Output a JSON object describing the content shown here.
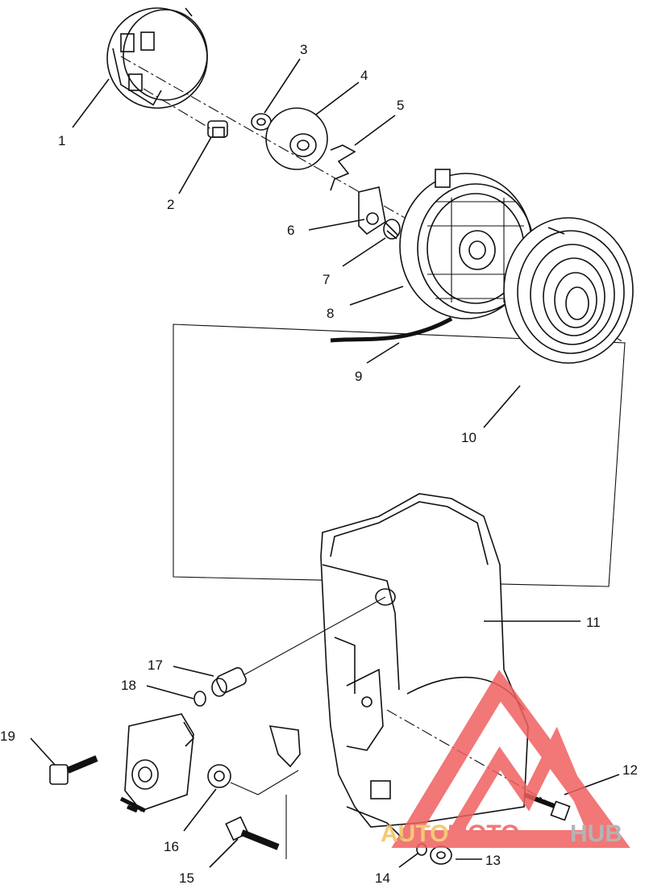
{
  "diagram": {
    "callouts": [
      {
        "label": "1"
      },
      {
        "label": "2"
      },
      {
        "label": "3"
      },
      {
        "label": "4"
      },
      {
        "label": "5"
      },
      {
        "label": "6"
      },
      {
        "label": "7"
      },
      {
        "label": "8"
      },
      {
        "label": "9"
      },
      {
        "label": "10"
      },
      {
        "label": "11"
      },
      {
        "label": "12"
      },
      {
        "label": "13"
      },
      {
        "label": "14"
      },
      {
        "label": "15"
      },
      {
        "label": "16"
      },
      {
        "label": "17"
      },
      {
        "label": "18"
      },
      {
        "label": "19"
      }
    ]
  },
  "watermark": {
    "text_auto": "AUTO",
    "text_moto": "MOTO",
    "text_hub": "HUB",
    "colors": {
      "red": "#f06060",
      "gold": "#f0c060",
      "gray": "#a8a8a8"
    }
  }
}
